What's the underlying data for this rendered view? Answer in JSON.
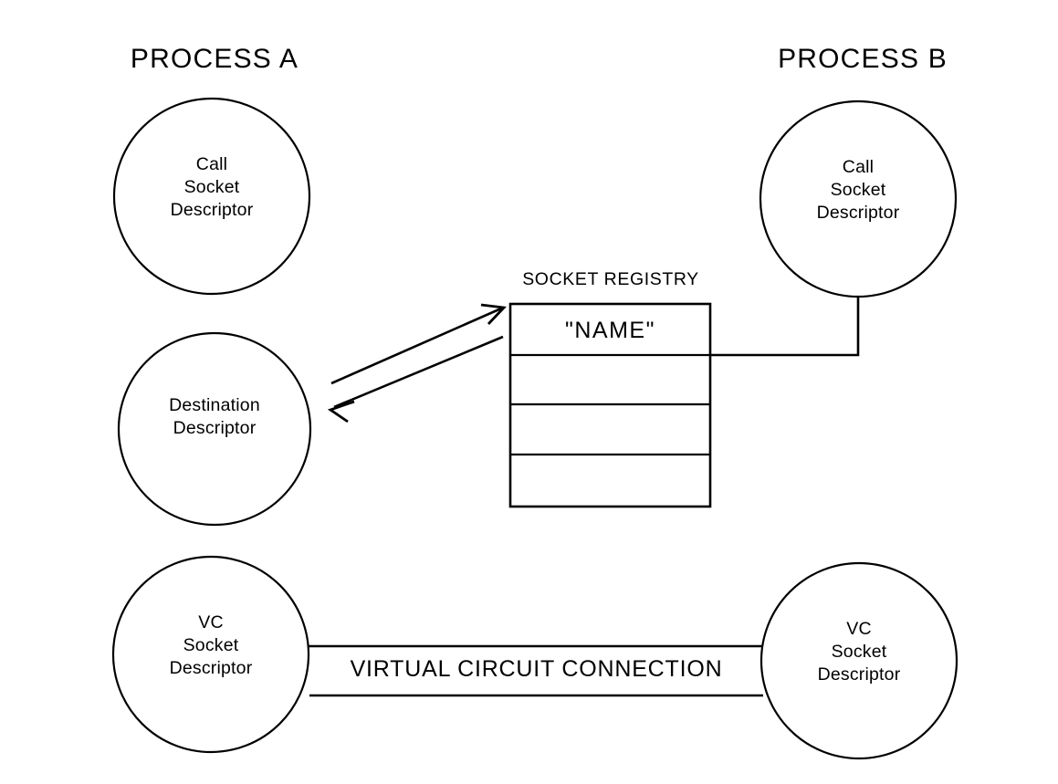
{
  "diagram": {
    "title_left": "PROCESS A",
    "title_right": "PROCESS B",
    "nodes": {
      "process_a_call_socket": "Call\nSocket\nDescriptor",
      "process_a_destination": "Destination\nDescriptor",
      "process_a_vc_socket": "VC\nSocket\nDescriptor",
      "process_b_call_socket": "Call\nSocket\nDescriptor",
      "process_b_vc_socket": "VC\nSocket\nDescriptor"
    },
    "registry": {
      "heading": "SOCKET REGISTRY",
      "rows": [
        "\"NAME\"",
        "",
        "",
        ""
      ]
    },
    "connection_label": "VIRTUAL CIRCUIT CONNECTION",
    "colors": {
      "stroke": "#000000",
      "background": "#ffffff"
    }
  }
}
